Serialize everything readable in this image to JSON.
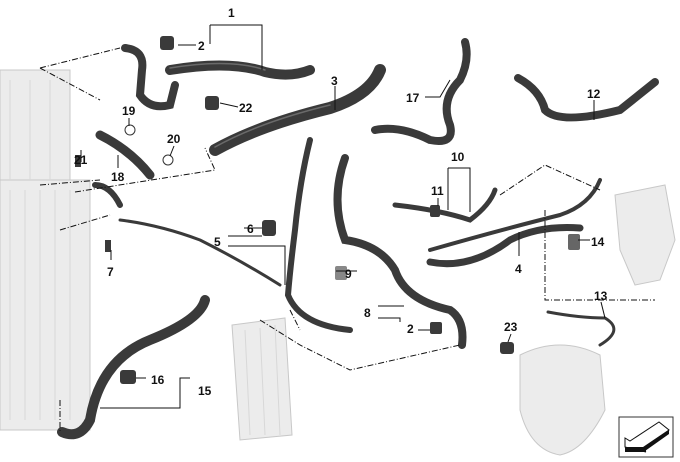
{
  "diagram": {
    "callouts": [
      {
        "id": "c1",
        "text": "1"
      },
      {
        "id": "c2a",
        "text": "2"
      },
      {
        "id": "c2b",
        "text": "2"
      },
      {
        "id": "c3",
        "text": "3"
      },
      {
        "id": "c4",
        "text": "4"
      },
      {
        "id": "c5",
        "text": "5"
      },
      {
        "id": "c6",
        "text": "6"
      },
      {
        "id": "c7",
        "text": "7"
      },
      {
        "id": "c8",
        "text": "8"
      },
      {
        "id": "c9",
        "text": "9"
      },
      {
        "id": "c10",
        "text": "10"
      },
      {
        "id": "c11",
        "text": "11"
      },
      {
        "id": "c12",
        "text": "12"
      },
      {
        "id": "c13",
        "text": "13"
      },
      {
        "id": "c14",
        "text": "14"
      },
      {
        "id": "c15",
        "text": "15"
      },
      {
        "id": "c16",
        "text": "16"
      },
      {
        "id": "c17",
        "text": "17"
      },
      {
        "id": "c18",
        "text": "18"
      },
      {
        "id": "c19",
        "text": "19"
      },
      {
        "id": "c20",
        "text": "20"
      },
      {
        "id": "c21",
        "text": "21"
      },
      {
        "id": "c22",
        "text": "22"
      },
      {
        "id": "c23",
        "text": "23"
      }
    ],
    "colors": {
      "hose": "#3a3a3a",
      "radiator": "#ececec",
      "lines": "#111111"
    }
  }
}
